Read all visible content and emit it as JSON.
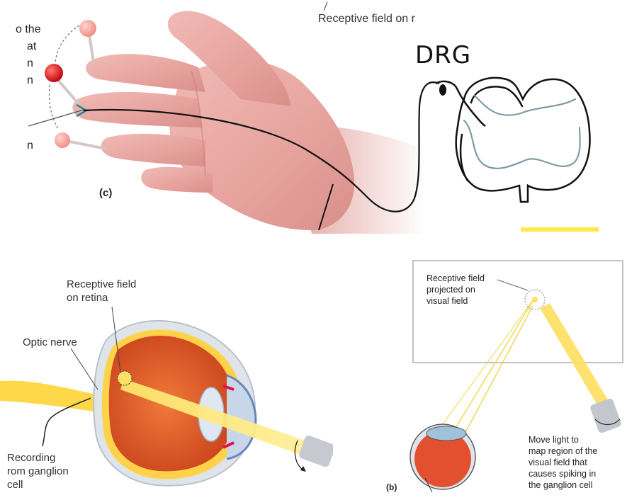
{
  "top": {
    "panel_letter": "(c)",
    "receptive_field_label": "Receptive field on r",
    "drg_label": "DRG",
    "cut_off_lines": [
      "the",
      "at",
      "n",
      "n",
      "n"
    ],
    "cut_off_prefix": "o"
  },
  "bottom_left": {
    "receptive_label_line1": "Receptive field",
    "receptive_label_line2": "on retina",
    "optic_nerve_label": "Optic nerve",
    "recording_line1": "Recording",
    "recording_line2": "rom ganglion",
    "recording_line3": "cell"
  },
  "bottom_right": {
    "panel_letter": "(b)",
    "projected_line1": "Receptive field",
    "projected_line2": "projected on",
    "projected_line3": "visual field",
    "move_line1": "Move light to",
    "move_line2": "map region of the",
    "move_line3": "visual field that",
    "move_line4": "causes spiking in",
    "move_line5": "the ganglion cell"
  },
  "colors": {
    "skin": "#e8a9a4",
    "skin_shadow": "#c97f7b",
    "eye_red": "#d9482a",
    "light_yellow": "#ffe066",
    "nerve_yellow": "#ffd84a"
  }
}
